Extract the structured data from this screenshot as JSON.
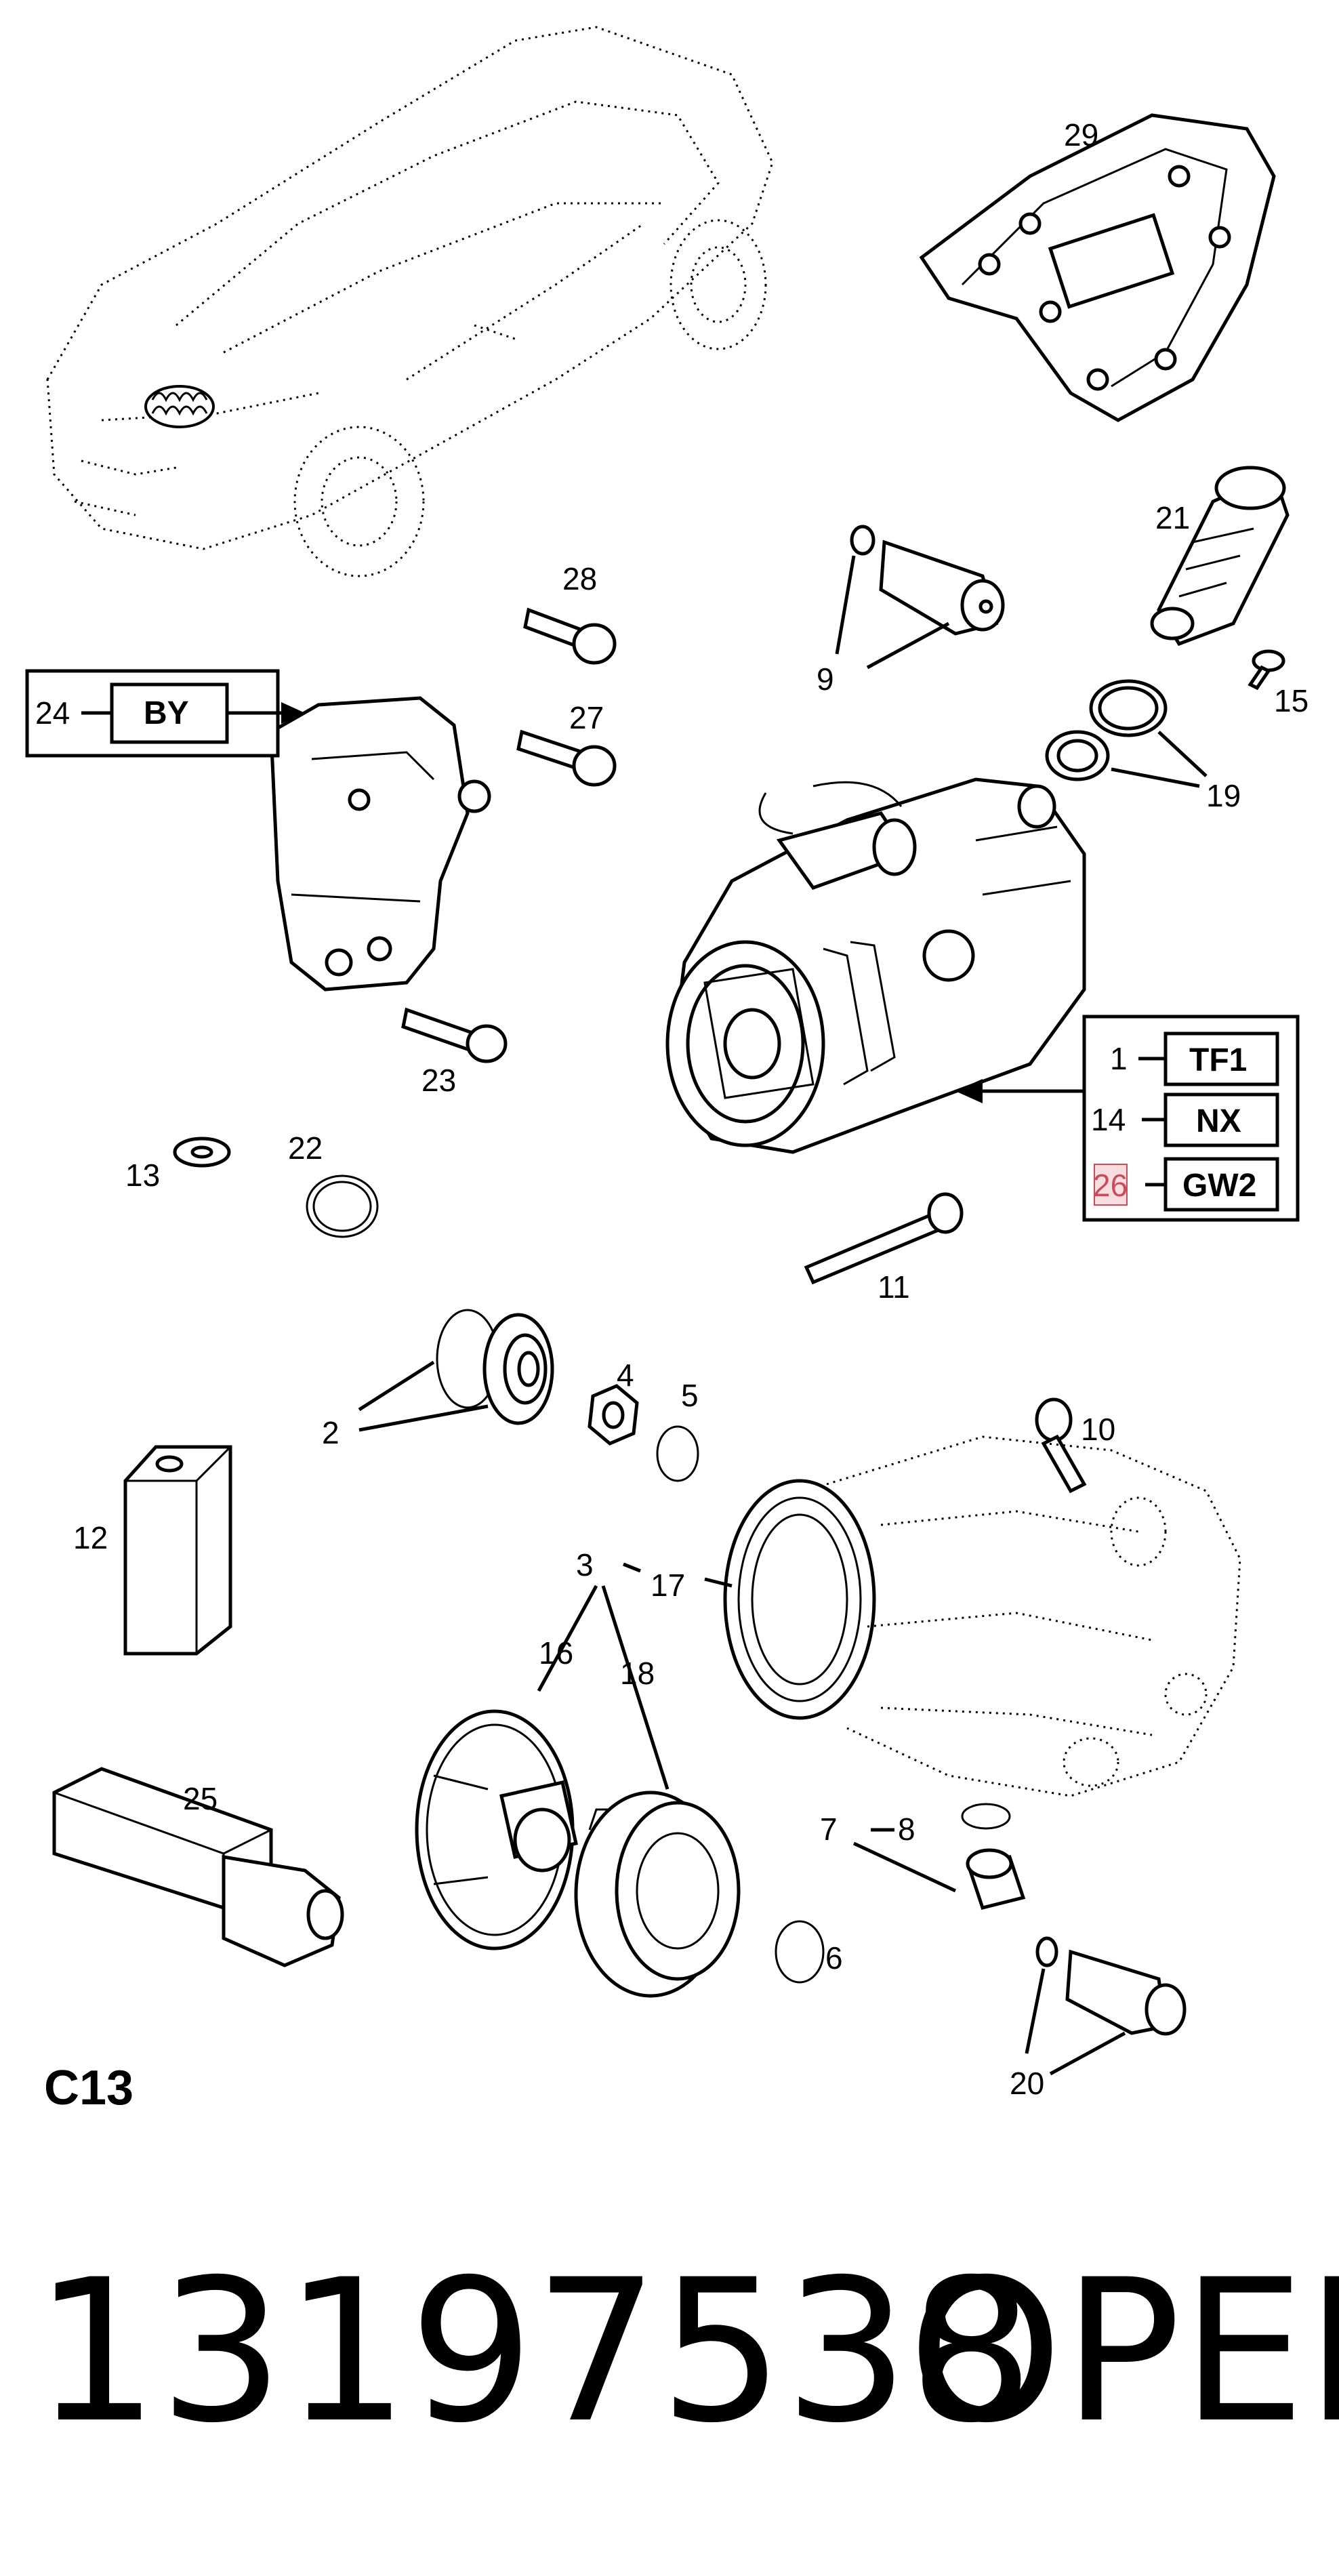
{
  "callouts": {
    "c1": "1",
    "c2": "2",
    "c3": "3",
    "c4": "4",
    "c5": "5",
    "c6": "6",
    "c7": "7",
    "c8": "8",
    "c9": "9",
    "c10": "10",
    "c11": "11",
    "c12": "12",
    "c13": "13",
    "c14": "14",
    "c15": "15",
    "c16": "16",
    "c17": "17",
    "c18": "18",
    "c19": "19",
    "c20": "20",
    "c21": "21",
    "c22": "22",
    "c23": "23",
    "c24": "24",
    "c25": "25",
    "c26": "26",
    "c27": "27",
    "c28": "28",
    "c29": "29"
  },
  "codes": {
    "by": "BY",
    "tf1": "TF1",
    "nx": "NX",
    "gw2": "GW2"
  },
  "section_label": "C13",
  "part_number": "13197538",
  "brand": "OPEL",
  "colors": {
    "highlight": "#cc4b5a",
    "line": "#000000",
    "background": "#ffffff"
  }
}
